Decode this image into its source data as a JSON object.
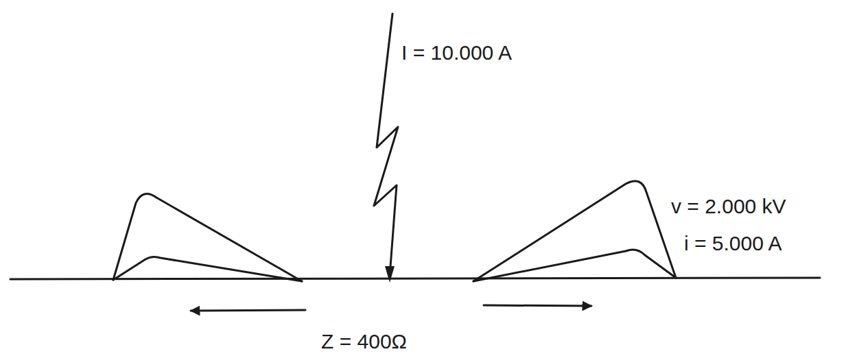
{
  "diagram": {
    "labels": [
      "I = 10.000 A",
      "v = 2.000 kV",
      "i = 5.000 A",
      "Z = 400Ω"
    ]
  }
}
